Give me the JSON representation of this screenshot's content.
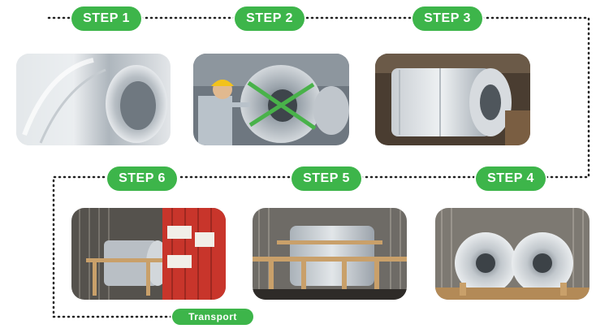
{
  "steps": [
    {
      "label": "STEP 1",
      "scene": "steel coil close-up"
    },
    {
      "label": "STEP 2",
      "scene": "worker strapping coil"
    },
    {
      "label": "STEP 3",
      "scene": "wrapped coil"
    },
    {
      "label": "STEP 4",
      "scene": "coils loaded in container"
    },
    {
      "label": "STEP 5",
      "scene": "coils on wooden frames in container"
    },
    {
      "label": "STEP 6",
      "scene": "container with red door"
    }
  ],
  "transport_label": "Transport",
  "colors": {
    "accent": "#3db54a",
    "connector": "#222222",
    "container_door": "#c8352b"
  }
}
